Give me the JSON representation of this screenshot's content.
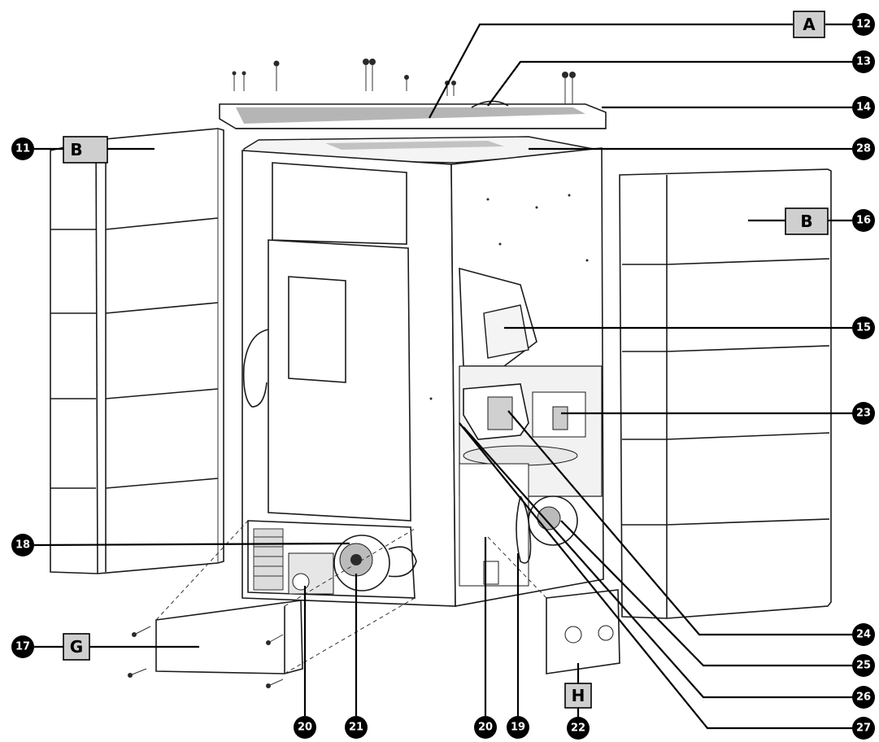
{
  "callouts": {
    "c11": "11",
    "c12": "12",
    "c13": "13",
    "c14": "14",
    "c15": "15",
    "c16": "16",
    "c17": "17",
    "c18": "18",
    "c19": "19",
    "c20a": "20",
    "c20b": "20",
    "c21": "21",
    "c22": "22",
    "c23": "23",
    "c24": "24",
    "c25": "25",
    "c26": "26",
    "c27": "27",
    "c28": "28"
  },
  "labels": {
    "top_panel": "A",
    "left_side_panel": "B",
    "right_side_panel": "B",
    "front_lower_panel": "G",
    "rear_plate": "H"
  }
}
